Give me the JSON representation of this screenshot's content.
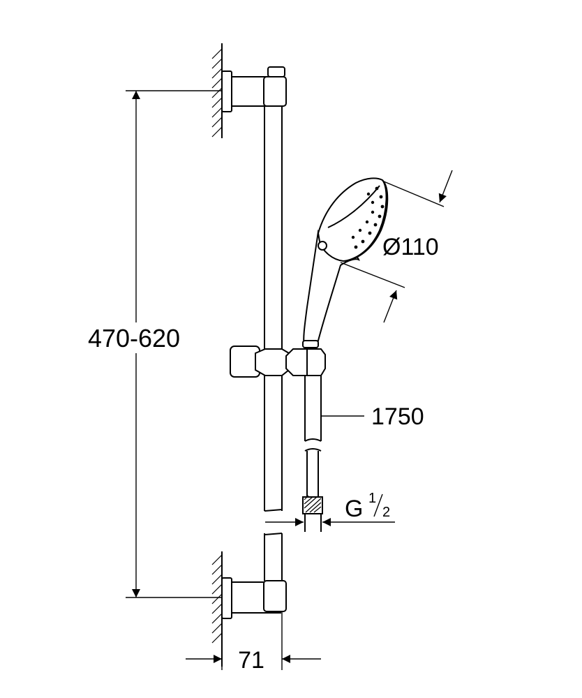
{
  "dimensions": {
    "height_range": "470-620",
    "head_diameter": "Ø110",
    "hose_length": "1750",
    "thread": {
      "prefix": "G",
      "numerator": "1",
      "denominator": "2"
    },
    "wall_offset": "71"
  }
}
